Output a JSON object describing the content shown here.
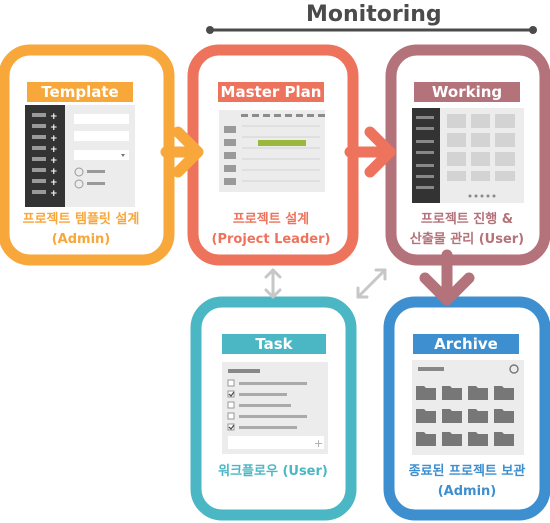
{
  "header": {
    "label": "Monitoring"
  },
  "boxes": {
    "template": {
      "title": "Template",
      "caption1": "프로젝트 템플릿 설계",
      "caption2": "(Admin)",
      "color": "#F8A73B"
    },
    "master_plan": {
      "title": "Master Plan",
      "caption1": "프로젝트 설계",
      "caption2": "(Project Leader)",
      "color": "#EE735C"
    },
    "working": {
      "title": "Working",
      "caption1": "프로젝트 진행 &",
      "caption2": "산출물 관리 (User)",
      "color": "#B4727A"
    },
    "task": {
      "title": "Task",
      "caption1": "워크플로우 (User)",
      "color": "#4BB7C4"
    },
    "archive": {
      "title": "Archive",
      "caption1": "종료된 프로젝트 보관",
      "caption2": "(Admin)",
      "color": "#3D8FD0"
    }
  },
  "colors": {
    "neutral_arrow": "#c7c7c7",
    "dark_panel": "#333333",
    "grey_line": "#9e9e9e",
    "light_cell": "#e4e4e4",
    "green_bar": "#9BB83C"
  }
}
